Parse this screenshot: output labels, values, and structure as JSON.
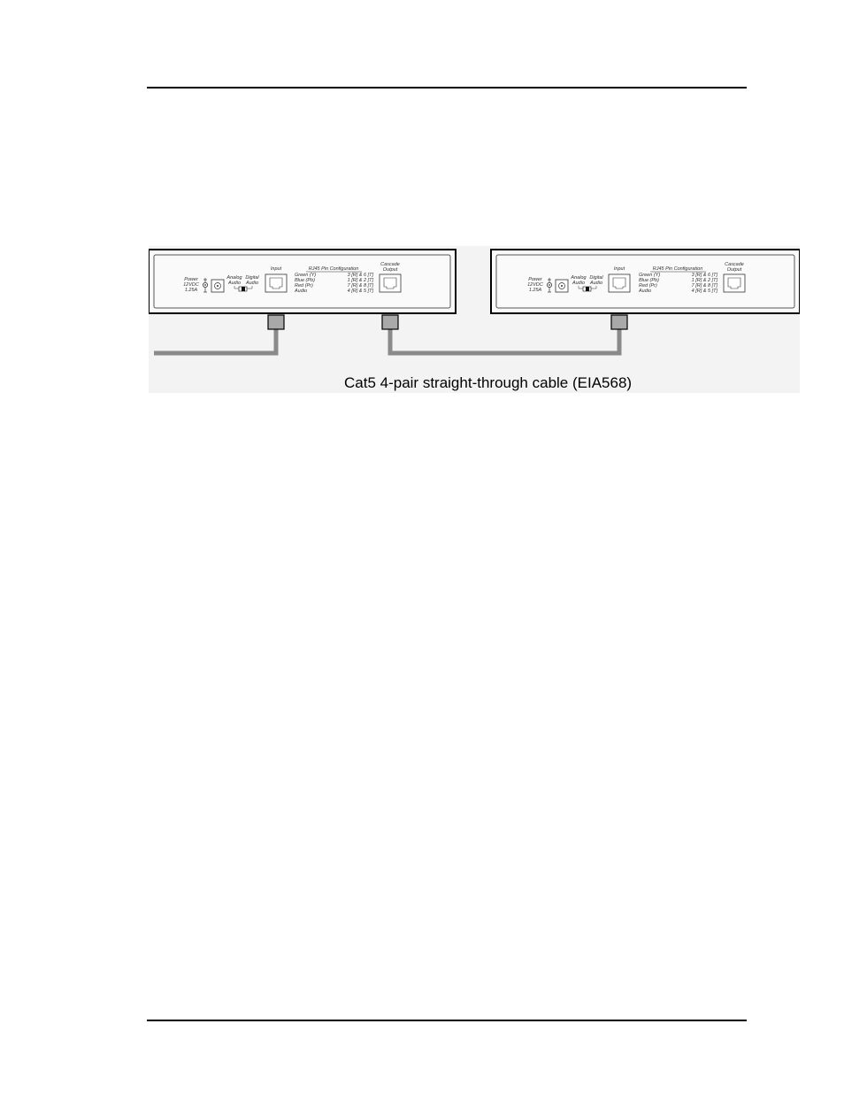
{
  "figure": {
    "caption": "Cat5 4-pair straight-through cable (EIA568)",
    "units": [
      {
        "power_label": "Power",
        "voltage_label": "12VDC",
        "current_label": "1.25A",
        "analog_label": "Analog",
        "audio_left_label": "Audio",
        "digital_label": "Digital",
        "audio_right_label": "Audio",
        "input_label": "Input",
        "config_title": "RJ45 Pin Configuration",
        "config_rows": [
          {
            "signal": "Green (Y)",
            "pins": "3 [R] & 6 [T]"
          },
          {
            "signal": "Blue (Pb)",
            "pins": "1 [R] & 2 [T]"
          },
          {
            "signal": "Red (Pr)",
            "pins": "7 [R] & 8 [T]"
          },
          {
            "signal": "Audio",
            "pins": "4 [R] & 5 [T]"
          }
        ],
        "cascade_label": "Cascade",
        "output_label": "Output"
      },
      {
        "power_label": "Power",
        "voltage_label": "12VDC",
        "current_label": "1.25A",
        "analog_label": "Analog",
        "audio_left_label": "Audio",
        "digital_label": "Digital",
        "audio_right_label": "Audio",
        "input_label": "Input",
        "config_title": "RJ45 Pin Configuration",
        "config_rows": [
          {
            "signal": "Green (Y)",
            "pins": "3 [R] & 6 [T]"
          },
          {
            "signal": "Blue (Pb)",
            "pins": "1 [R] & 2 [T]"
          },
          {
            "signal": "Red (Pr)",
            "pins": "7 [R] & 8 [T]"
          },
          {
            "signal": "Audio",
            "pins": "4 [R] & 5 [T]"
          }
        ],
        "cascade_label": "Cascade",
        "output_label": "Output"
      }
    ],
    "colors": {
      "cable": "#8a8a8a",
      "figure_background": "#f3f3f3",
      "panel_border": "#000000"
    }
  }
}
